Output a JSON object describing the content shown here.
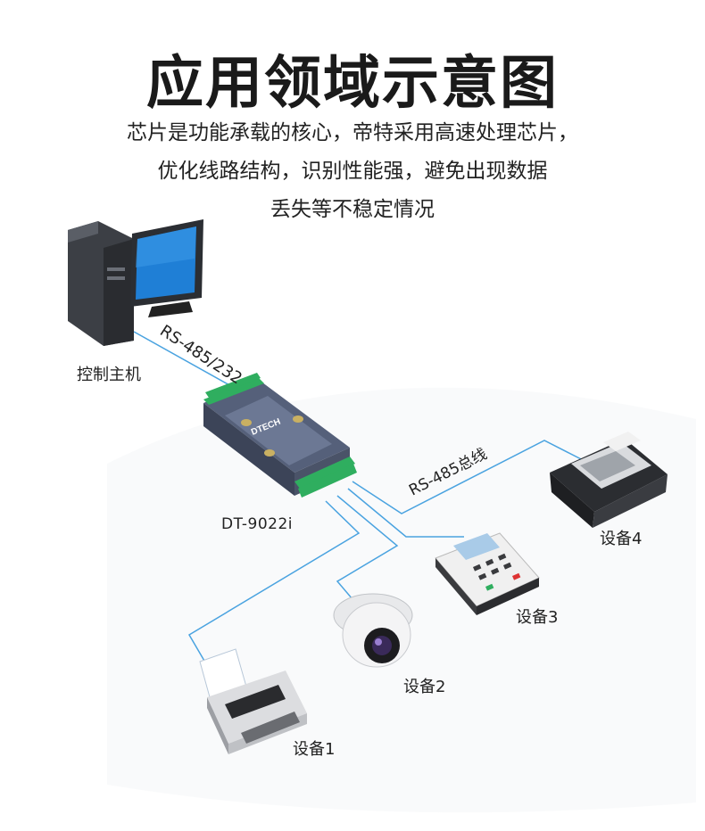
{
  "title": "应用领域示意图",
  "subtitle_lines": [
    "芯片是功能承载的核心，帝特采用高速处理芯片，",
    "优化线路结构，识别性能强，避免出现数据",
    "丢失等不稳定情况"
  ],
  "host_label": "控制主机",
  "link_label_host": "RS-485/232",
  "link_label_bus": "RS-485总线",
  "converter": {
    "model_label": "DT-9022i",
    "brand": "DTECH"
  },
  "devices": [
    {
      "label": "设备1",
      "icon": "printer-icon"
    },
    {
      "label": "设备2",
      "icon": "dome-camera-icon"
    },
    {
      "label": "设备3",
      "icon": "pos-terminal-icon"
    },
    {
      "label": "设备4",
      "icon": "fax-machine-icon"
    }
  ],
  "colors": {
    "line": "#4aa3e0",
    "monitor": "#1a73c8",
    "terminal": "#2fae5f",
    "shell": "#5f6a82"
  }
}
